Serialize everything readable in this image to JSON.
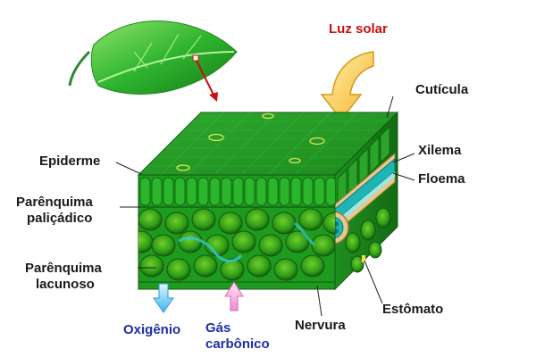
{
  "labels": {
    "luz_solar": "Luz solar",
    "cuticula": "Cutícula",
    "epiderme": "Epiderme",
    "xilema": "Xilema",
    "floema": "Floema",
    "parenquima_palicadico": [
      "Parênquima",
      "paliçádico"
    ],
    "parenquima_lacunoso": [
      "Parênquima",
      "lacunoso"
    ],
    "estomato": "Estômato",
    "nervura": "Nervura",
    "oxigenio": "Oxigênio",
    "gas_carbonico": [
      "Gás",
      "carbônico"
    ]
  },
  "colors": {
    "leaf_green": "#2fb52f",
    "tissue_green": "#1e9a1e",
    "xylem_teal": "#1fb5b5",
    "phloem_tan": "#e8c98a",
    "sunlight": "#f5c242",
    "oxygen_arrow": "#4fc3f7",
    "co2_arrow": "#f7a8e0",
    "label_red": "#c81010",
    "label_blue": "#1f2fa8"
  }
}
